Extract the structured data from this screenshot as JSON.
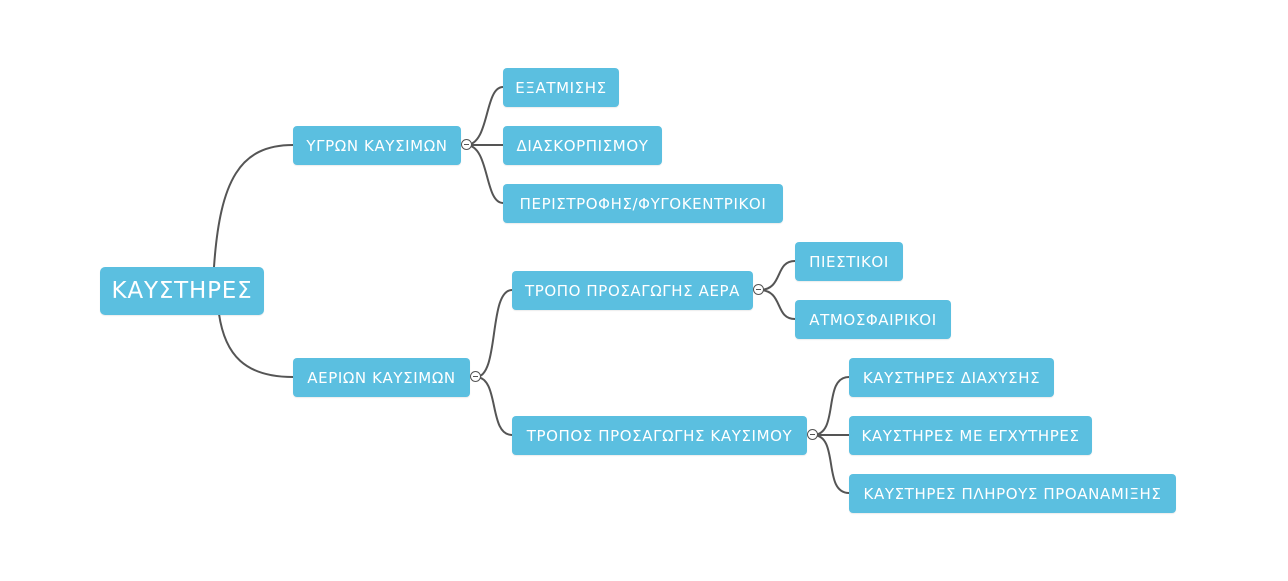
{
  "colors": {
    "node_fill": "#5bbfe0",
    "node_text": "#ffffff",
    "link": "#555555",
    "background": "#ffffff"
  },
  "root": {
    "label": "ΚΑΥΣΤΗΡΕΣ"
  },
  "liquid": {
    "label": "ΥΓΡΩΝ ΚΑΥΣΙΜΩΝ",
    "children": [
      "ΕΞΑΤΜΙΣΗΣ",
      "ΔΙΑΣΚΟΡΠΙΣΜΟΥ",
      "ΠΕΡΙΣΤΡΟΦΗΣ/ΦΥΓΟΚΕΝΤΡΙΚΟΙ"
    ]
  },
  "gas": {
    "label": "ΑΕΡΙΩΝ ΚΑΥΣΙΜΩΝ",
    "air": {
      "label": "ΤΡΟΠΟ ΠΡΟΣΑΓΩΓΗΣ ΑΕΡΑ",
      "children": [
        "ΠΙΕΣΤΙΚΟΙ",
        "ΑΤΜΟΣΦΑΙΡΙΚΟΙ"
      ]
    },
    "fuel": {
      "label": "ΤΡΟΠΟΣ ΠΡΟΣΑΓΩΓΗΣ ΚΑΥΣΙΜΟΥ",
      "children": [
        "ΚΑΥΣΤΗΡΕΣ ΔΙΑΧΥΣΗΣ",
        "ΚΑΥΣΤΗΡΕΣ ΜΕ ΕΓΧΥΤΗΡΕΣ",
        "ΚΑΥΣΤΗΡΕΣ ΠΛΗΡΟΥΣ ΠΡΟΑΝΑΜΙΞΗΣ"
      ]
    }
  }
}
